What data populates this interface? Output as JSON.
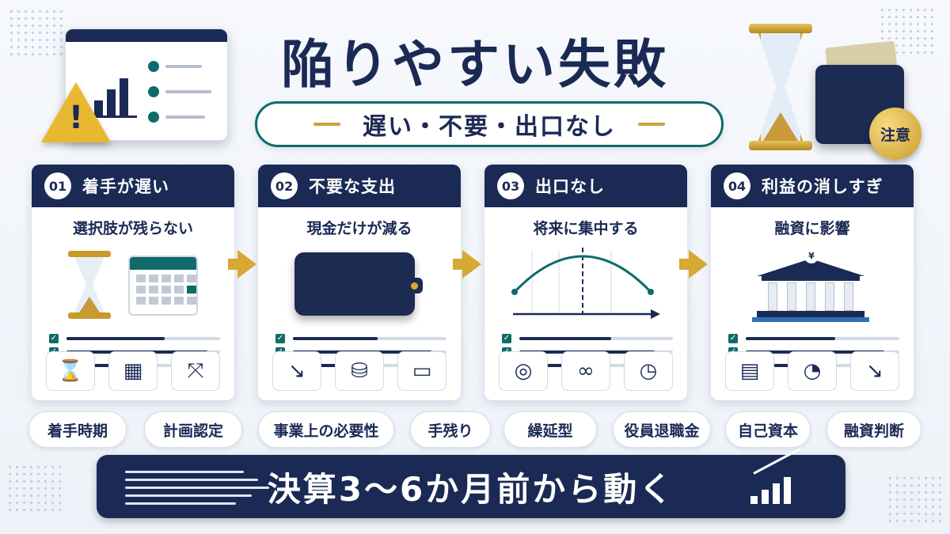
{
  "header": {
    "title": "陥りやすい失敗",
    "subtitle": "遅い・不要・出口なし",
    "badge": "注意"
  },
  "cards": [
    {
      "num": "01",
      "title": "着手が遅い",
      "subtitle": "選択肢が残らない",
      "icons": [
        "hourglass-icon",
        "calendar-icon",
        "fork-arrows-icon"
      ],
      "check_levels": [
        0.64,
        0.92,
        0.5
      ]
    },
    {
      "num": "02",
      "title": "不要な支出",
      "subtitle": "現金だけが減る",
      "icons": [
        "down-trend-chart-icon",
        "coins-down-icon",
        "wallet-icon"
      ],
      "check_levels": [
        0.55,
        0.9,
        0.48
      ]
    },
    {
      "num": "03",
      "title": "出口なし",
      "subtitle": "将来に集中する",
      "icons": [
        "head-target-icon",
        "binoculars-icon",
        "clock-icon"
      ],
      "check_levels": [
        0.6,
        0.88,
        0.5
      ]
    },
    {
      "num": "04",
      "title": "利益の消しすぎ",
      "subtitle": "融資に影響",
      "icons": [
        "document-icon",
        "pie-chart-icon",
        "down-trend-chart-icon"
      ],
      "check_levels": [
        0.58,
        0.9,
        0.46
      ]
    }
  ],
  "tags": [
    "着手時期",
    "計画認定",
    "事業上の必要性",
    "手残り",
    "繰延型",
    "役員退職金",
    "自己資本",
    "融資判断"
  ],
  "banner": {
    "text": "決算3〜6か月前から動く",
    "icon": "rising-bars-icon"
  },
  "colors": {
    "navy": "#1b2a55",
    "teal": "#0f6b6a",
    "gold": "#d7a933"
  }
}
